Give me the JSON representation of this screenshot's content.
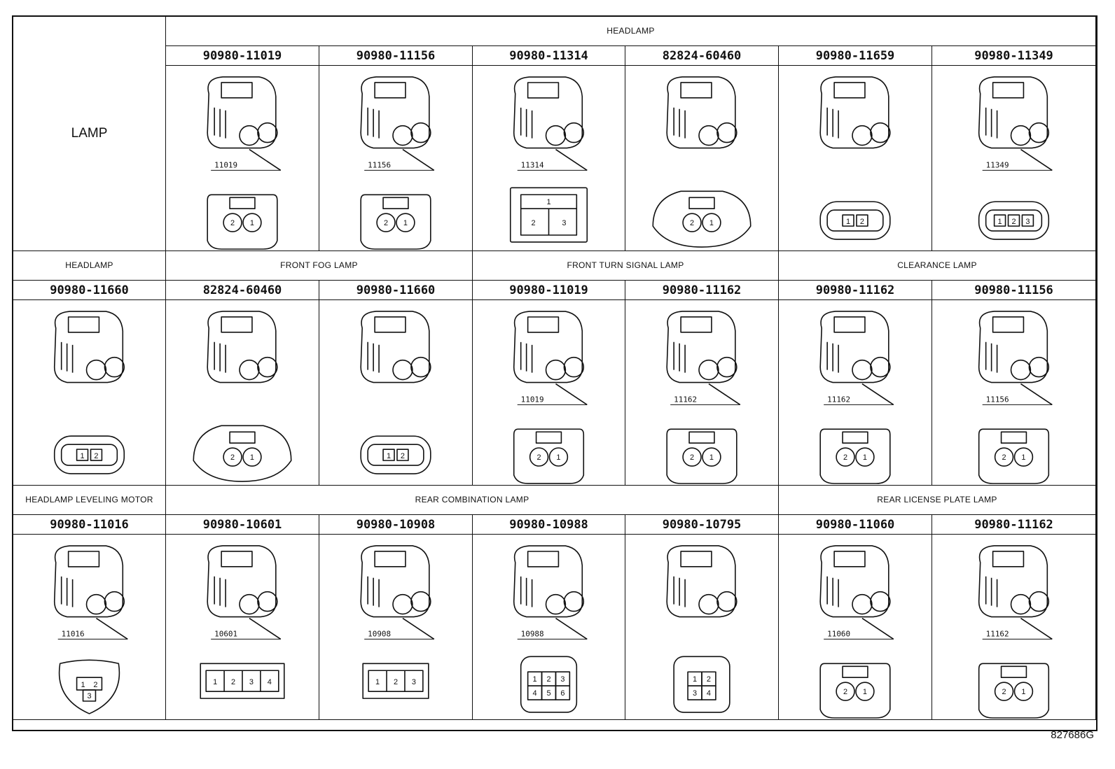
{
  "corner_label": "LAMP",
  "rows": [
    {
      "groups": [
        {
          "label": "HEADLAMP",
          "span": 6
        }
      ],
      "connectors": [
        {
          "part": "90980-11019",
          "ref": "11019",
          "pins": [
            "2",
            "1"
          ],
          "style": "round2"
        },
        {
          "part": "90980-11156",
          "ref": "11156",
          "pins": [
            "2",
            "1"
          ],
          "style": "round2wide"
        },
        {
          "part": "90980-11314",
          "ref": "11314",
          "pins": [
            "1",
            "2",
            "3"
          ],
          "style": "box3"
        },
        {
          "part": "82824-60460",
          "ref": "",
          "pins": [
            "2",
            "1"
          ],
          "style": "round2oval"
        },
        {
          "part": "90980-11659",
          "ref": "",
          "pins": [
            "1",
            "2"
          ],
          "style": "flat2"
        },
        {
          "part": "90980-11349",
          "ref": "11349",
          "pins": [
            "1",
            "2",
            "3"
          ],
          "style": "flat3"
        }
      ]
    },
    {
      "groups": [
        {
          "label": "HEADLAMP",
          "span": 1
        },
        {
          "label": "FRONT FOG LAMP",
          "span": 2
        },
        {
          "label": "FRONT TURN SIGNAL LAMP",
          "span": 2
        },
        {
          "label": "CLEARANCE LAMP",
          "span": 2
        }
      ],
      "connectors": [
        {
          "part": "90980-11660",
          "ref": "",
          "pins": [
            "1",
            "2"
          ],
          "style": "flat2"
        },
        {
          "part": "82824-60460",
          "ref": "",
          "pins": [
            "2",
            "1"
          ],
          "style": "round2oval"
        },
        {
          "part": "90980-11660",
          "ref": "",
          "pins": [
            "1",
            "2"
          ],
          "style": "flat2"
        },
        {
          "part": "90980-11019",
          "ref": "11019",
          "pins": [
            "2",
            "1"
          ],
          "style": "round2"
        },
        {
          "part": "90980-11162",
          "ref": "11162",
          "pins": [
            "2",
            "1"
          ],
          "style": "round2tall"
        },
        {
          "part": "90980-11162",
          "ref": "11162",
          "pins": [
            "2",
            "1"
          ],
          "style": "round2tall"
        },
        {
          "part": "90980-11156",
          "ref": "11156",
          "pins": [
            "2",
            "1"
          ],
          "style": "round2wide"
        }
      ]
    },
    {
      "groups": [
        {
          "label": "HEADLAMP LEVELING MOTOR",
          "span": 1
        },
        {
          "label": "REAR COMBINATION LAMP",
          "span": 4
        },
        {
          "label": "REAR LICENSE PLATE LAMP",
          "span": 2
        }
      ],
      "connectors": [
        {
          "part": "90980-11016",
          "ref": "11016",
          "pins": [
            "1",
            "2",
            "3"
          ],
          "style": "tri3"
        },
        {
          "part": "90980-10601",
          "ref": "10601",
          "pins": [
            "1",
            "2",
            "3",
            "4"
          ],
          "style": "row4"
        },
        {
          "part": "90980-10908",
          "ref": "10908",
          "pins": [
            "1",
            "2",
            "3"
          ],
          "style": "row3"
        },
        {
          "part": "90980-10988",
          "ref": "10988",
          "pins": [
            "1",
            "2",
            "3",
            "4",
            "5",
            "6"
          ],
          "style": "grid6"
        },
        {
          "part": "90980-10795",
          "ref": "",
          "pins": [
            "1",
            "2",
            "3",
            "4"
          ],
          "style": "grid4"
        },
        {
          "part": "90980-11060",
          "ref": "11060",
          "pins": [
            "2",
            "1"
          ],
          "style": "clip2"
        },
        {
          "part": "90980-11162",
          "ref": "11162",
          "pins": [
            "2",
            "1"
          ],
          "style": "round2tall"
        }
      ]
    }
  ],
  "footer_code": "827686G"
}
